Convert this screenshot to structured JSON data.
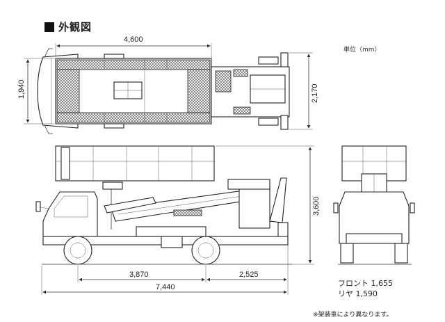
{
  "title": "外観図",
  "unit": "単位（mm）",
  "dims": {
    "top_length": "4,600",
    "top_width": "1,940",
    "top_width_right": "2,170",
    "height": "3,600",
    "wheelbase": "3,870",
    "rear_overhang": "2,525",
    "overall_length": "7,440"
  },
  "track": {
    "front": "フロント 1,655",
    "rear": "リヤ 1,590"
  },
  "note": "※架装車により異なります。"
}
